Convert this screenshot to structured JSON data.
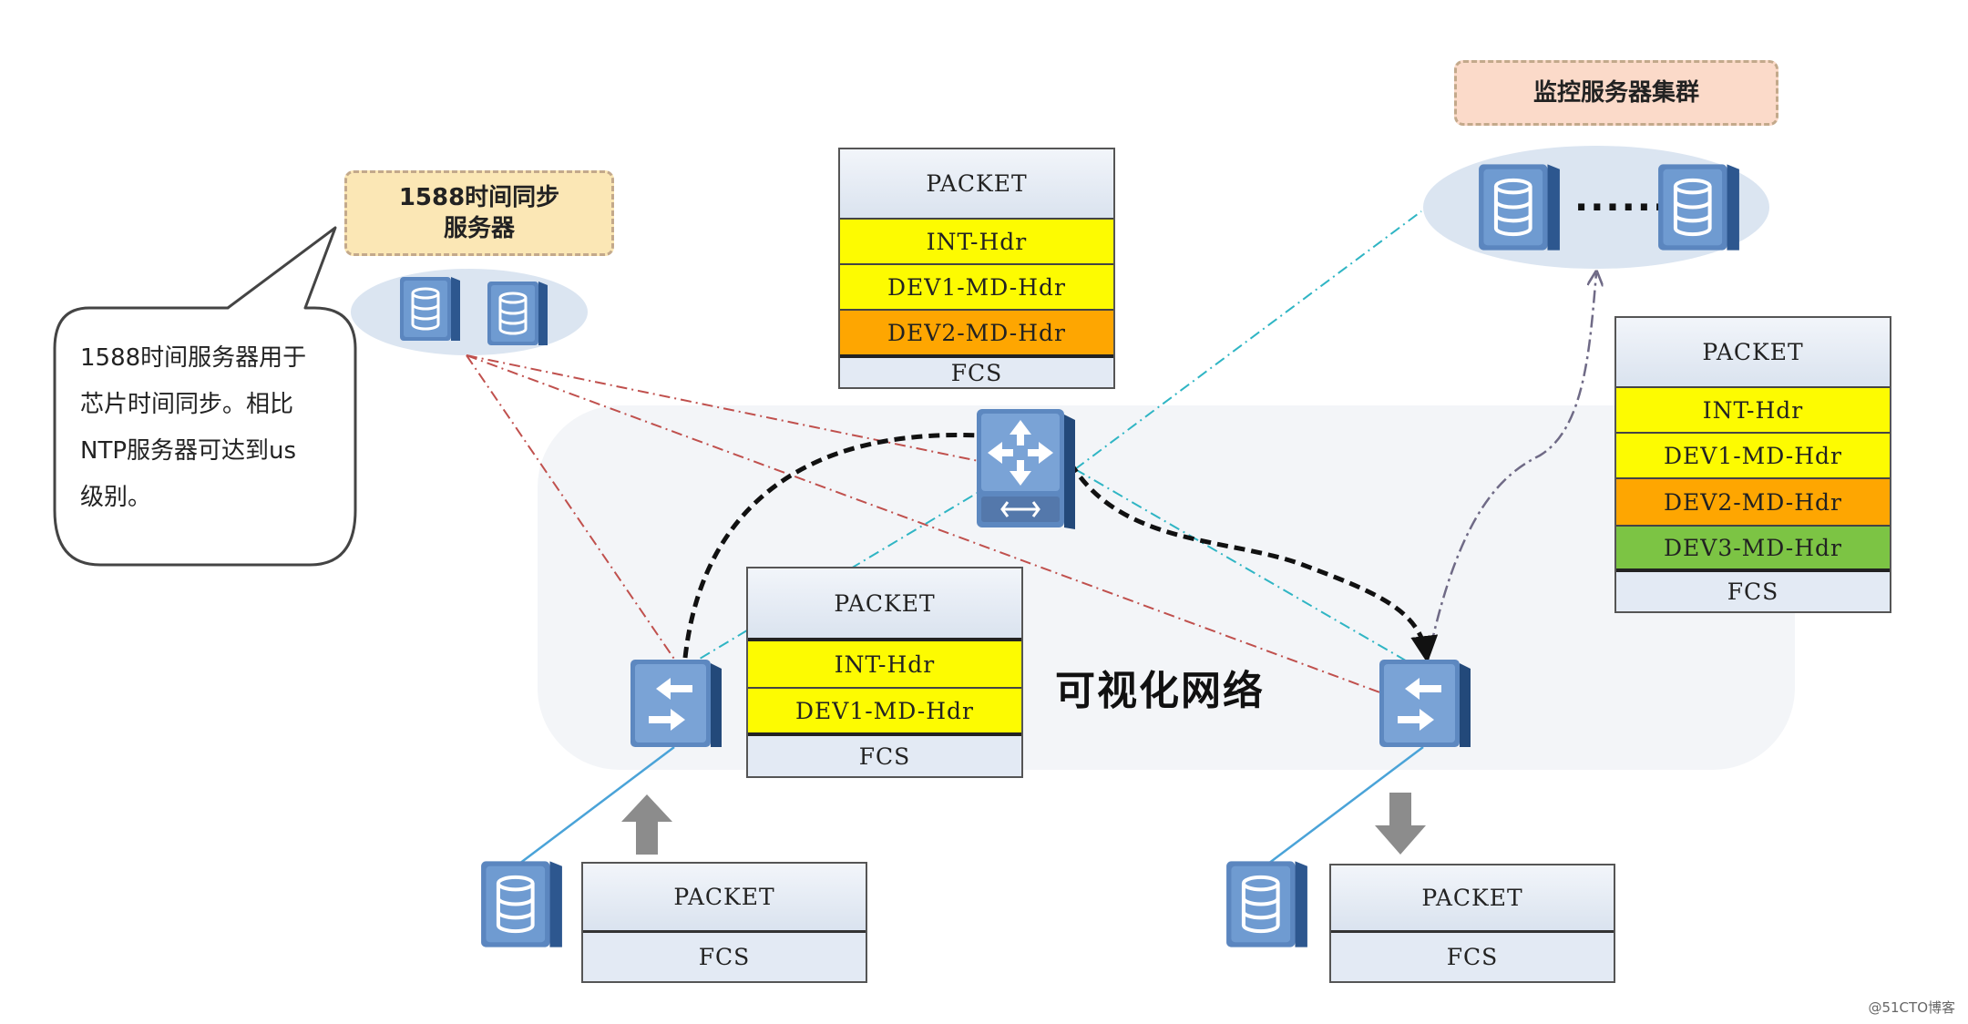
{
  "time_server_label": "1588时间同步\n服务器",
  "monitor_cluster_label": "监控服务器集群",
  "callout": {
    "lines": [
      "1588时间服务器用于",
      "芯片时间同步。相比",
      "NTP服务器可达到us",
      "级别。"
    ]
  },
  "network_label": "可视化网络",
  "monitor_ellipsis": "......",
  "packets": {
    "top_center": [
      "PACKET",
      "INT-Hdr",
      "DEV1-MD-Hdr",
      "DEV2-MD-Hdr",
      "FCS"
    ],
    "right": [
      "PACKET",
      "INT-Hdr",
      "DEV1-MD-Hdr",
      "DEV2-MD-Hdr",
      "DEV3-MD-Hdr",
      "FCS"
    ],
    "mid_left": [
      "PACKET",
      "INT-Hdr",
      "DEV1-MD-Hdr",
      "FCS"
    ],
    "bottom_left": [
      "PACKET",
      "FCS"
    ],
    "bottom_right": [
      "PACKET",
      "FCS"
    ]
  },
  "colors": {
    "header_yellow": "#fdfb01",
    "dev2_orange": "#fea601",
    "dev3_green": "#7cc444",
    "server_blue": "#4f79b3"
  },
  "icons": [
    "database-server-icon",
    "core-switch-icon",
    "edge-switch-icon",
    "up-arrow-icon",
    "down-arrow-icon"
  ],
  "watermark": "@51CTO博客"
}
